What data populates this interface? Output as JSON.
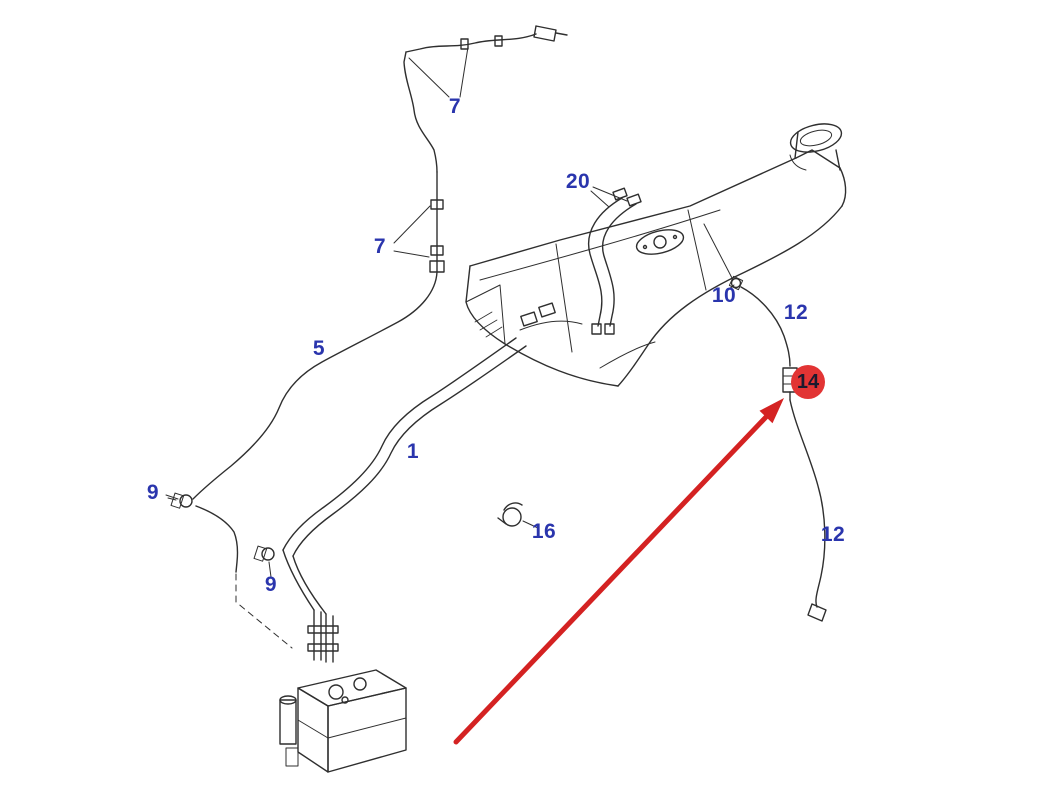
{
  "diagram": {
    "kind": "vehicle fuel system parts diagram",
    "colors": {
      "label_blue": "#2a35ad",
      "highlight_circle_red": "#e23434",
      "arrow_red": "#d42222",
      "line_dark": "#2f2f2f",
      "background": "#ffffff"
    }
  },
  "labels": [
    {
      "part": "7",
      "text": "7"
    },
    {
      "part": "20",
      "text": "20"
    },
    {
      "part": "7",
      "text": "7"
    },
    {
      "part": "10",
      "text": "10"
    },
    {
      "part": "12",
      "text": "12"
    },
    {
      "part": "5",
      "text": "5"
    },
    {
      "part": "14",
      "text": "14",
      "highlighted": true
    },
    {
      "part": "1",
      "text": "1"
    },
    {
      "part": "9",
      "text": "9"
    },
    {
      "part": "16",
      "text": "16"
    },
    {
      "part": "12",
      "text": "12"
    },
    {
      "part": "9",
      "text": "9"
    }
  ]
}
